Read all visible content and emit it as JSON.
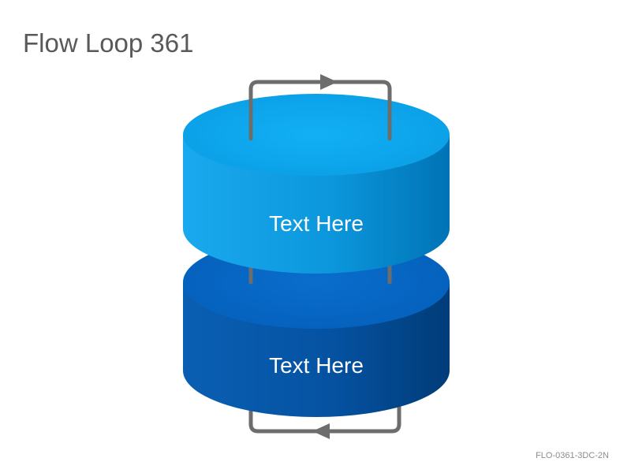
{
  "slide": {
    "title": "Flow Loop 361",
    "code": "FLO-0361-3DC-2N"
  },
  "diagram": {
    "top_disk_label": "Text Here",
    "bottom_disk_label": "Text Here",
    "colors": {
      "top_disk_face": "#0fa6ec",
      "top_disk_side_light": "#1aa9ee",
      "top_disk_side_dark": "#0073b6",
      "bottom_disk_face": "#0566c3",
      "bottom_disk_side_light": "#0a5fb3",
      "bottom_disk_side_dark": "#003c78",
      "connector": "#6d6d6d",
      "label_text": "#ffffff"
    }
  }
}
